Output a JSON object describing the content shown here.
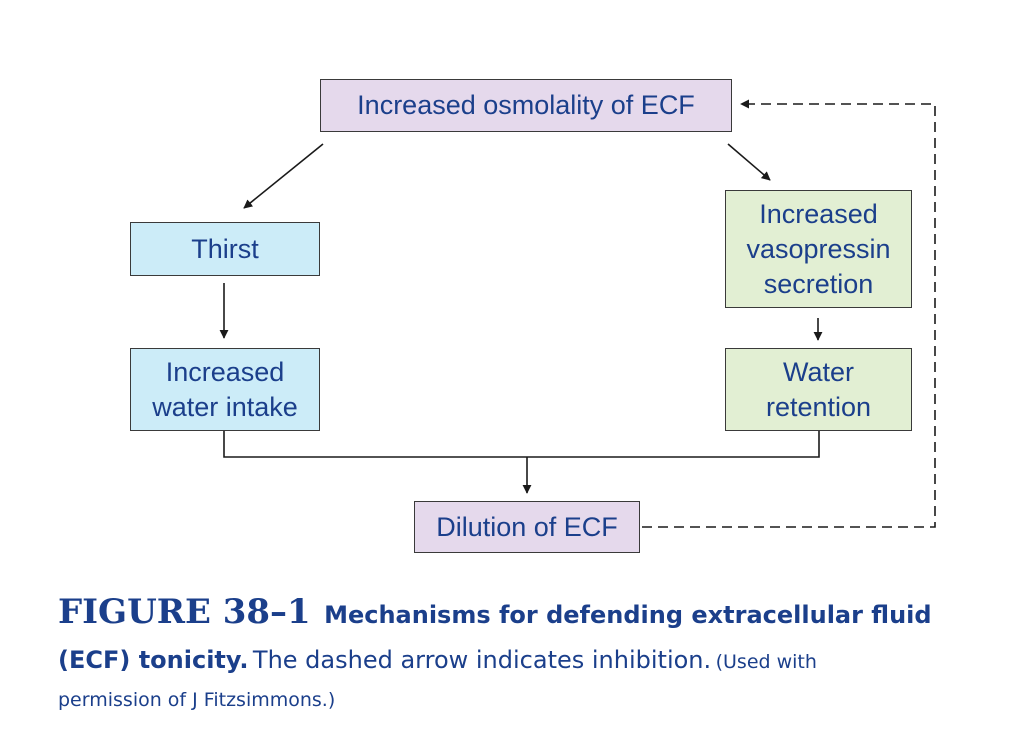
{
  "nodes": {
    "increased_osmolality": "Increased osmolality of ECF",
    "thirst": "Thirst",
    "increased_water_intake": "Increased\nwater intake",
    "increased_vasopressin": "Increased\nvasopressin\nsecretion",
    "water_retention": "Water\nretention",
    "dilution": "Dilution of ECF"
  },
  "colors": {
    "text": "#1b3f8b",
    "purple_box": "#e5d9ec",
    "blue_box": "#ccecf8",
    "green_box": "#e2efd3"
  },
  "caption": {
    "label": "FIGURE 38–1",
    "bold_part1": "Mechanisms for defending extracellular fluid",
    "bold_part2": "(ECF) tonicity.",
    "text": "The dashed arrow indicates inhibition.",
    "credit_part1": "(Used with",
    "credit_part2": "permission of J Fitzsimmons.)"
  }
}
